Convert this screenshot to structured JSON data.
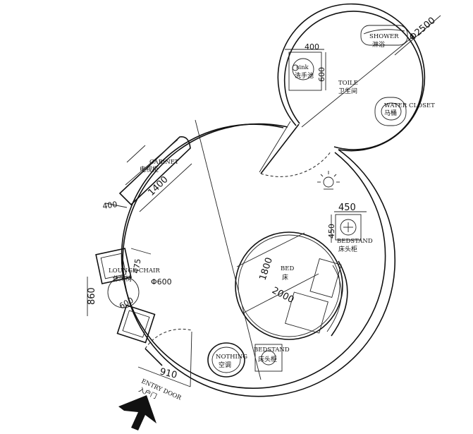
{
  "rooms": {
    "cabinet": {
      "en": "CABINET",
      "zh": "电视柜"
    },
    "lounge_chair": {
      "en": "LOUNGE CHAIR",
      "zh": "休闲椅"
    },
    "bed": {
      "en": "BED",
      "zh": "床"
    },
    "bedstand_right": {
      "en": "BEDSTAND",
      "zh": "床头柜"
    },
    "bedstand_bottom": {
      "en": "BEDSTAND",
      "zh": "床头柜"
    },
    "nothing": {
      "en": "NOTHING",
      "zh": "空调"
    },
    "entry_door": {
      "en": "ENTRY DOOR",
      "zh": "入户门"
    },
    "shower": {
      "en": "SHOWER",
      "zh": "淋浴"
    },
    "toilet": {
      "en": "TOILE",
      "zh": "卫生间"
    },
    "sink": {
      "en": "sink",
      "zh": "洗手池"
    },
    "water_closet": {
      "en": "WATER CLOSET",
      "zh": "马桶"
    }
  },
  "dimensions": {
    "cabinet_length": "1400",
    "cabinet_depth": "400",
    "chair_width": "475",
    "chair_depth": "860",
    "table_diameter": "Φ600",
    "chair_gap": "600",
    "bed_width": "1800",
    "bed_length": "2000",
    "bedstand_w": "450",
    "bedstand_h": "450",
    "door_width": "910",
    "toilet_diameter": "Φ2500",
    "sink_w": "400",
    "sink_h": "600"
  },
  "colors": {
    "line": "#111111",
    "background": "#ffffff"
  }
}
